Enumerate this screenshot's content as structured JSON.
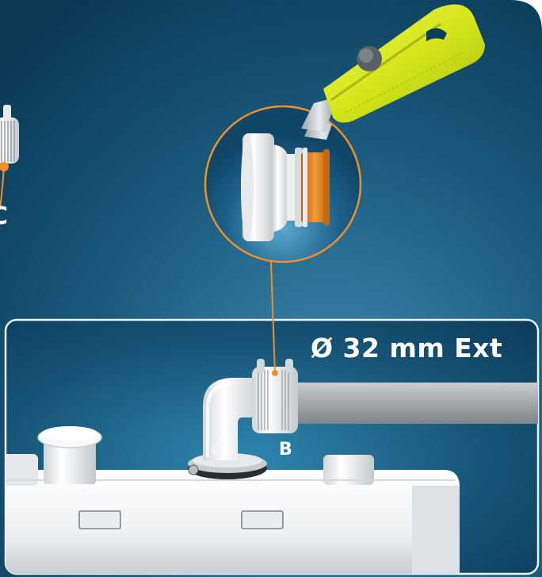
{
  "labels": {
    "diameter": "Ø 32 mm Ext",
    "part_b": "B",
    "part_c_bottom": "C",
    "part_c_top": "C"
  },
  "colors": {
    "background_dark": "#0c3f5e",
    "background_light": "#3f8db4",
    "accent_orange": "#f0902a",
    "knife_yellow": "#d9ea1c",
    "plastic_white": "#f2f4f5",
    "pipe_grey": "#a9adb0"
  }
}
